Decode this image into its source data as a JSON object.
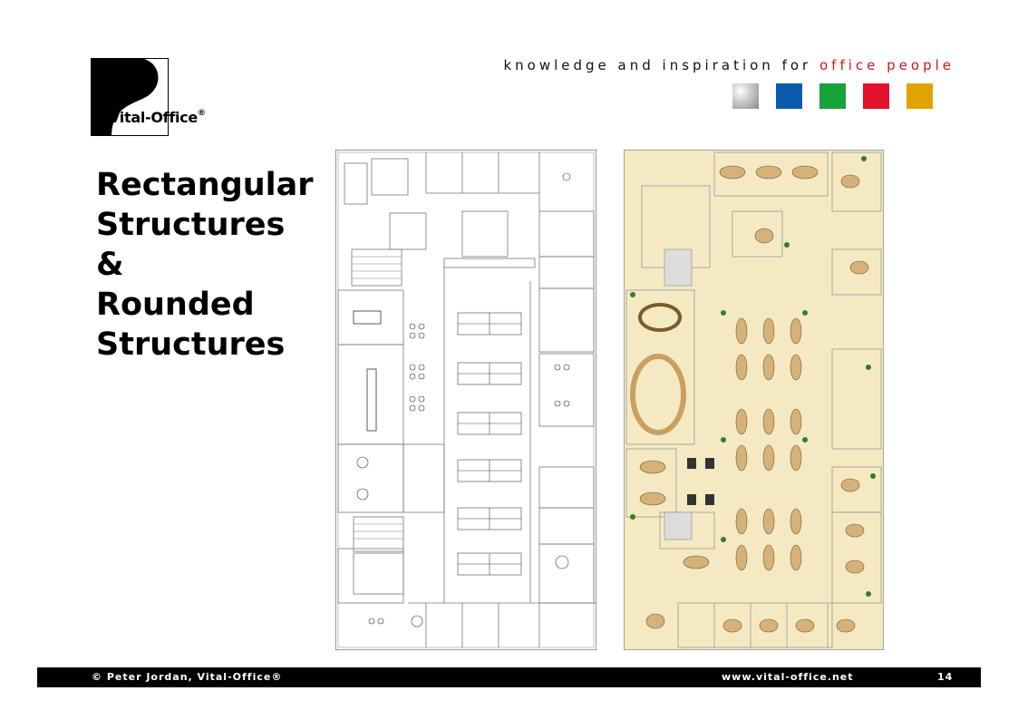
{
  "logo": {
    "name": "Vital-Office",
    "registered": "®"
  },
  "tagline": {
    "prefix": "knowledge and inspiration for",
    "accent": "office people",
    "accent_color": "#d01818"
  },
  "swatches": [
    {
      "name": "silver",
      "color": "#b8b8b8"
    },
    {
      "name": "blue",
      "color": "#0a5aad"
    },
    {
      "name": "green",
      "color": "#17a23a"
    },
    {
      "name": "red",
      "color": "#e3112b"
    },
    {
      "name": "gold",
      "color": "#e0a400"
    }
  ],
  "title": {
    "lines": [
      "Rectangular",
      "Structures",
      "&",
      "Rounded",
      "Structures"
    ]
  },
  "plans": {
    "rectangular": {
      "style": "black-and-white line drawing"
    },
    "rounded": {
      "style": "colored floor plan",
      "floor_color": "#f5e9c4",
      "furniture_color": "#d4b27a"
    }
  },
  "footer": {
    "copyright": "©  Peter Jordan, Vital-Office®",
    "url": "www.vital-office.net",
    "page": "14"
  }
}
